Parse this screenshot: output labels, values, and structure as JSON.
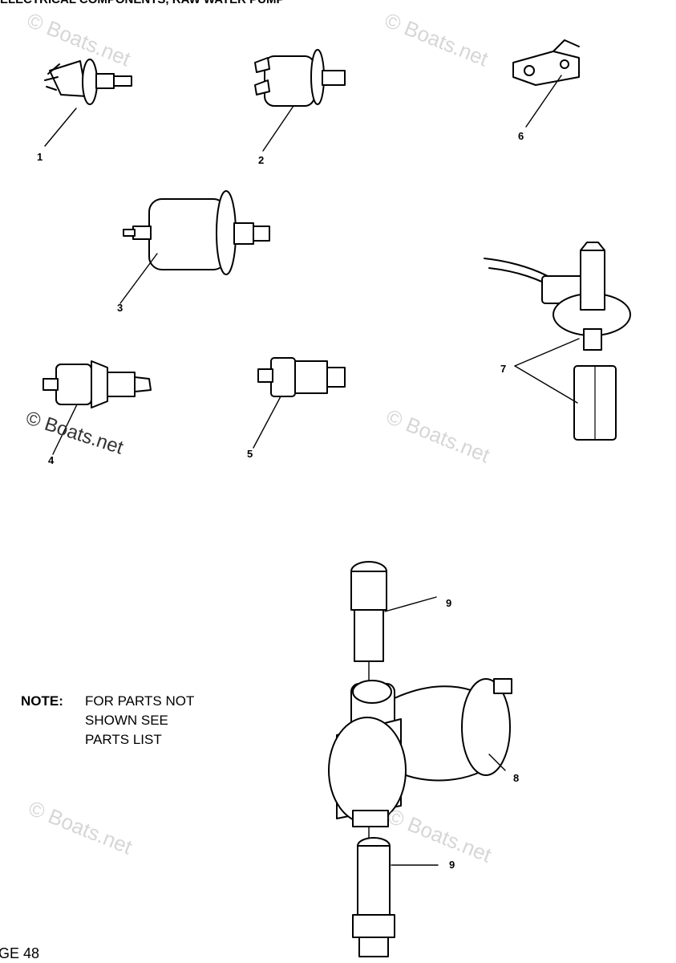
{
  "header": {
    "title_fragment": "ELECTRICAL COMPONENTS, RAW WATER PUMP"
  },
  "note": {
    "label": "NOTE:",
    "text": "FOR PARTS NOT\nSHOWN SEE\nPARTS LIST"
  },
  "page": {
    "number": "GE 48"
  },
  "watermark": {
    "text": "© Boats.net"
  },
  "callouts": [
    "1",
    "2",
    "3",
    "4",
    "5",
    "6",
    "7",
    "8",
    "9",
    "9"
  ]
}
